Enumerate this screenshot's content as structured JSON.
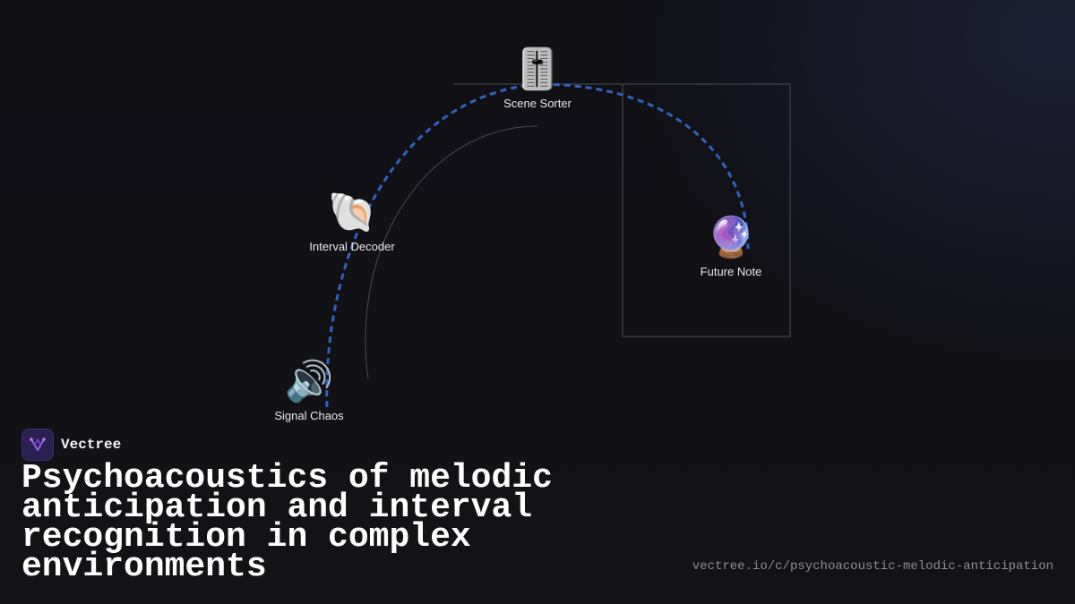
{
  "brand": {
    "name": "Vectree"
  },
  "title": "Psychoacoustics of melodic anticipation and interval recognition in complex environments",
  "url": "vectree.io/c/psychoacoustic-melodic-anticipation",
  "colors": {
    "accent_path": "#2f62c4",
    "background": "#111116",
    "logo_bg": "#2a2150"
  },
  "nodes": [
    {
      "label": "Scene Sorter",
      "icon": "level-slider-icon",
      "emoji": "🎚️"
    },
    {
      "label": "Interval Decoder",
      "icon": "spiral-shell-icon",
      "emoji": "🐚"
    },
    {
      "label": "Future Note",
      "icon": "crystal-ball-icon",
      "emoji": "🔮"
    },
    {
      "label": "Signal Chaos",
      "icon": "speaker-high-volume-icon",
      "emoji": "🔊"
    }
  ]
}
